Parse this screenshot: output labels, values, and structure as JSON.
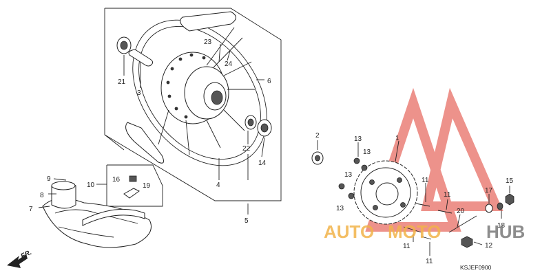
{
  "diagram": {
    "catalog_code": "KSJEF0900",
    "direction_label": "FR.",
    "watermark": {
      "text_left": "AUTO",
      "text_mid": "MOTO",
      "text_right": "HUB",
      "color_left": "#f2b34a",
      "color_right": "#7a7a7a",
      "logo_color": "#e03a2e"
    },
    "callouts": {
      "c1": "1",
      "c2": "2",
      "c3": "3",
      "c4": "4",
      "c5": "5",
      "c6": "6",
      "c7": "7",
      "c8": "8",
      "c9": "9",
      "c10": "10",
      "c11a": "11",
      "c11b": "11",
      "c11c": "11",
      "c11d": "11",
      "c12": "12",
      "c13a": "13",
      "c13b": "13",
      "c13c": "13",
      "c13d": "13",
      "c14": "14",
      "c15": "15",
      "c16": "16",
      "c17": "17",
      "c18": "18",
      "c19": "19",
      "c20": "20",
      "c21": "21",
      "c22": "22",
      "c23": "23",
      "c24": "24"
    }
  }
}
